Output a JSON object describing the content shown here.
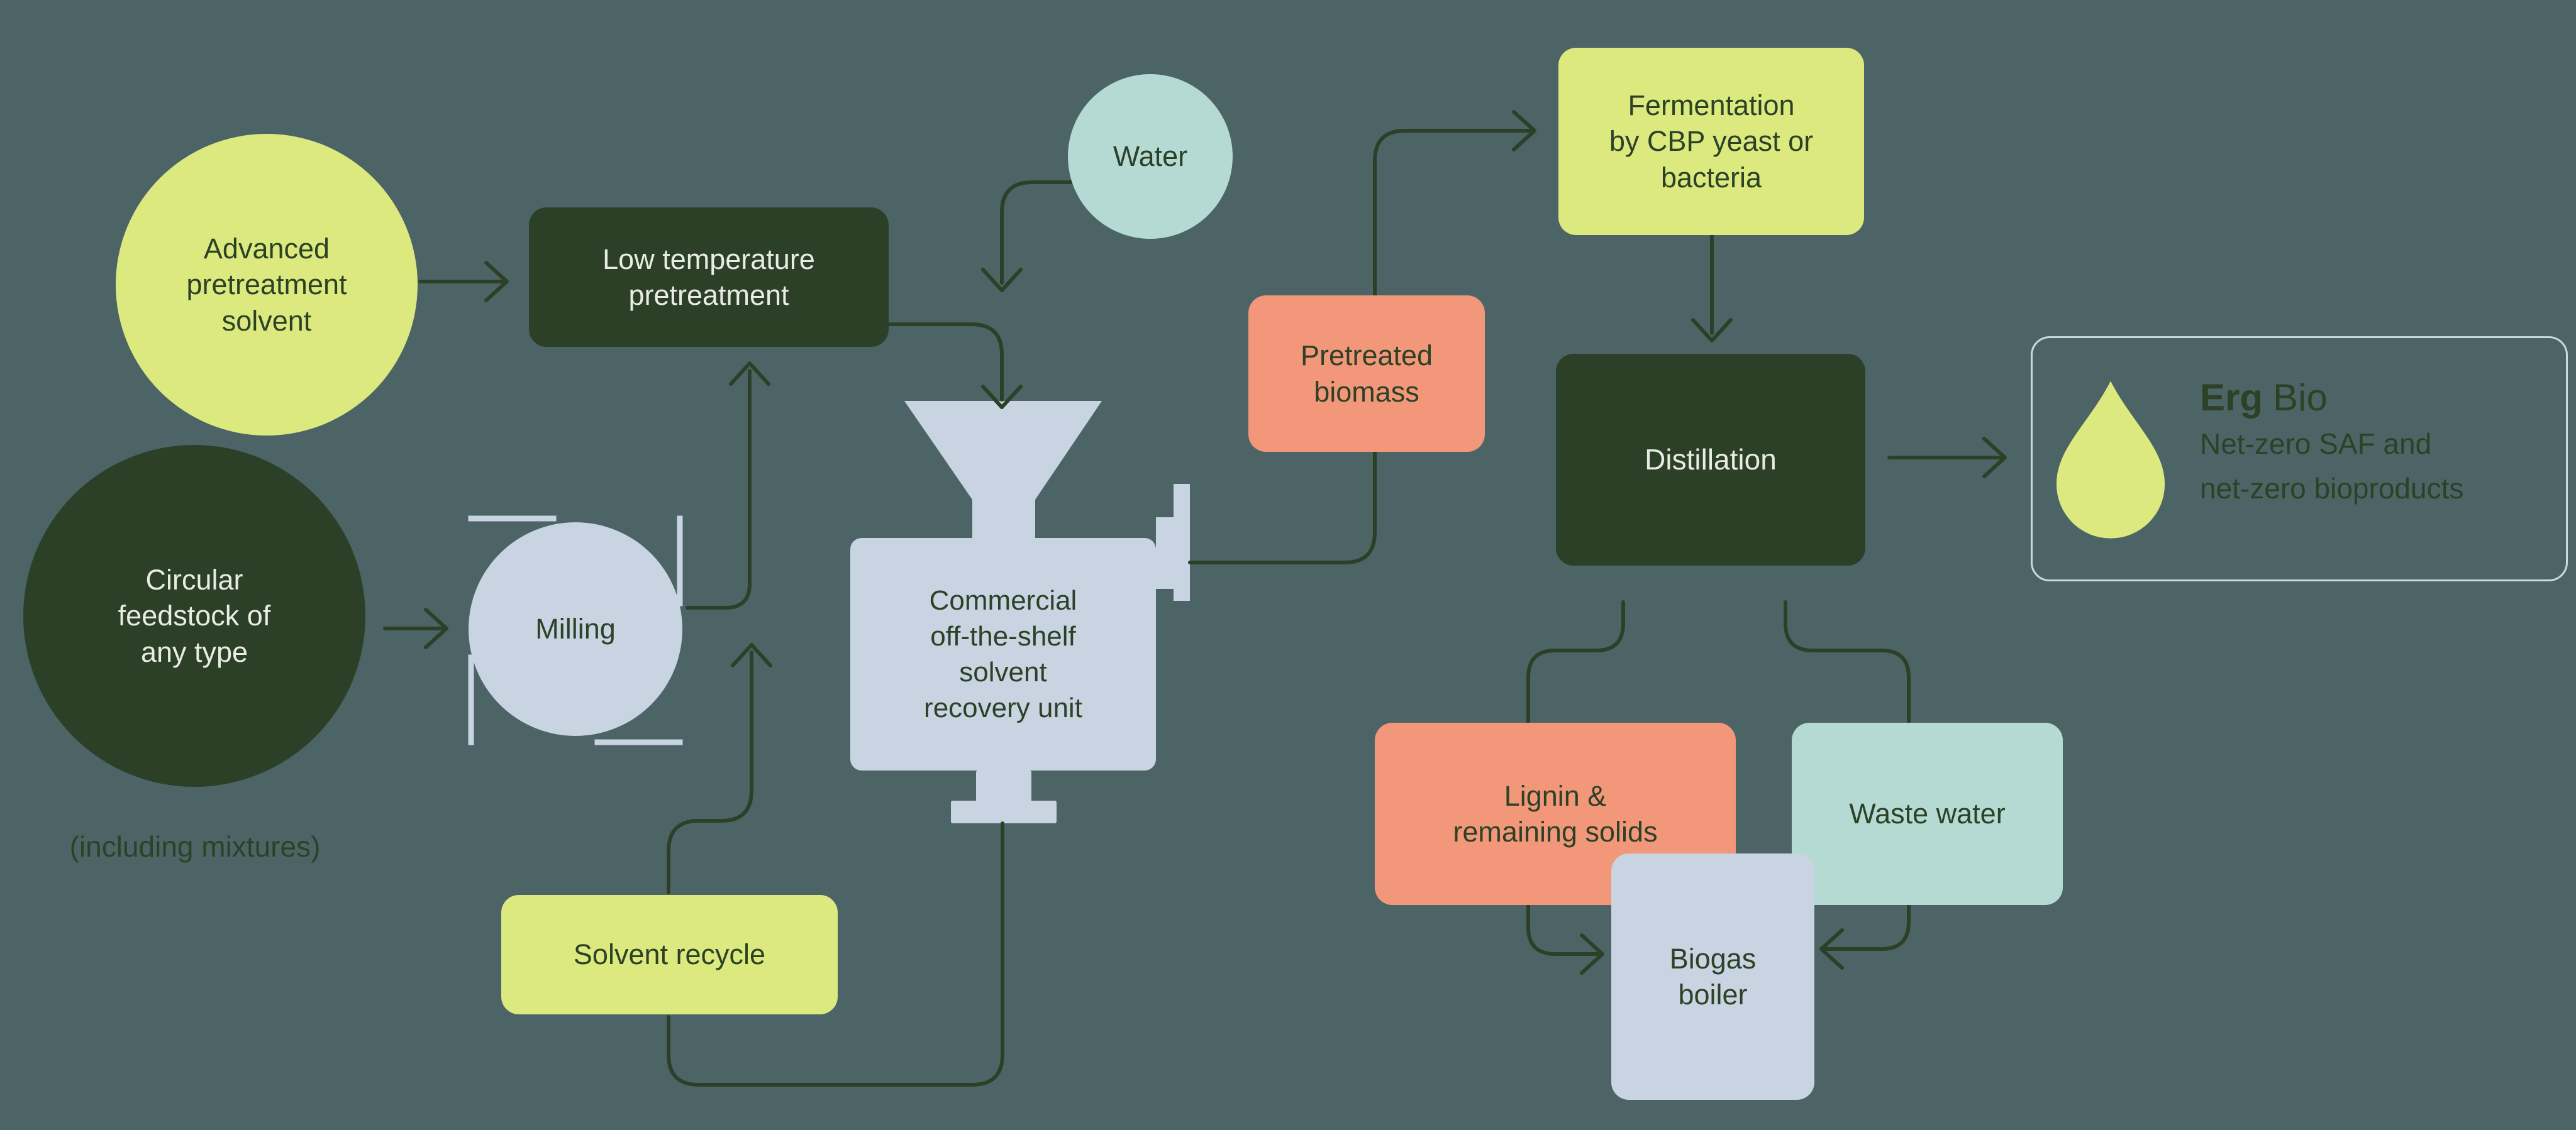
{
  "background_color": "#4d6467",
  "palette": {
    "dark_green": "#2b4026",
    "yellow_green": "#dbe97f",
    "salmon": "#f3977b",
    "pale_teal": "#b5dad4",
    "light_blue_gray": "#c8d4e2",
    "light_text": "#e9ece4",
    "outline_light": "#d8e7e9",
    "arrow_color": "#2b4026"
  },
  "nodes": {
    "advanced_pretreatment_solvent": {
      "lines": [
        "Advanced",
        "pretreatment",
        "solvent"
      ]
    },
    "circular_feedstock": {
      "lines": [
        "Circular",
        "feedstock of",
        "any type"
      ],
      "note": "(including mixtures)"
    },
    "milling": {
      "label": "Milling"
    },
    "low_temperature_pretreatment": {
      "lines": [
        "Low temperature",
        "pretreatment"
      ]
    },
    "water": {
      "label": "Water"
    },
    "solvent_recovery_unit": {
      "lines": [
        "Commercial",
        "off-the-shelf",
        "solvent",
        "recovery unit"
      ]
    },
    "solvent_recycle": {
      "label": "Solvent recycle"
    },
    "pretreated_biomass": {
      "lines": [
        "Pretreated",
        "biomass"
      ]
    },
    "fermentation": {
      "lines": [
        "Fermentation",
        "by CBP yeast or",
        "bacteria"
      ]
    },
    "distillation": {
      "label": "Distillation"
    },
    "lignin_remaining_solids": {
      "lines": [
        "Lignin &",
        "remaining solids"
      ]
    },
    "waste_water": {
      "label": "Waste water"
    },
    "biogas_boiler": {
      "lines": [
        "Biogas",
        "boiler"
      ]
    },
    "output": {
      "icon": "droplet-icon",
      "brand_bold": "Erg",
      "brand_rest": "Bio",
      "lines": [
        "Net-zero SAF and",
        "net-zero bioproducts"
      ]
    }
  }
}
